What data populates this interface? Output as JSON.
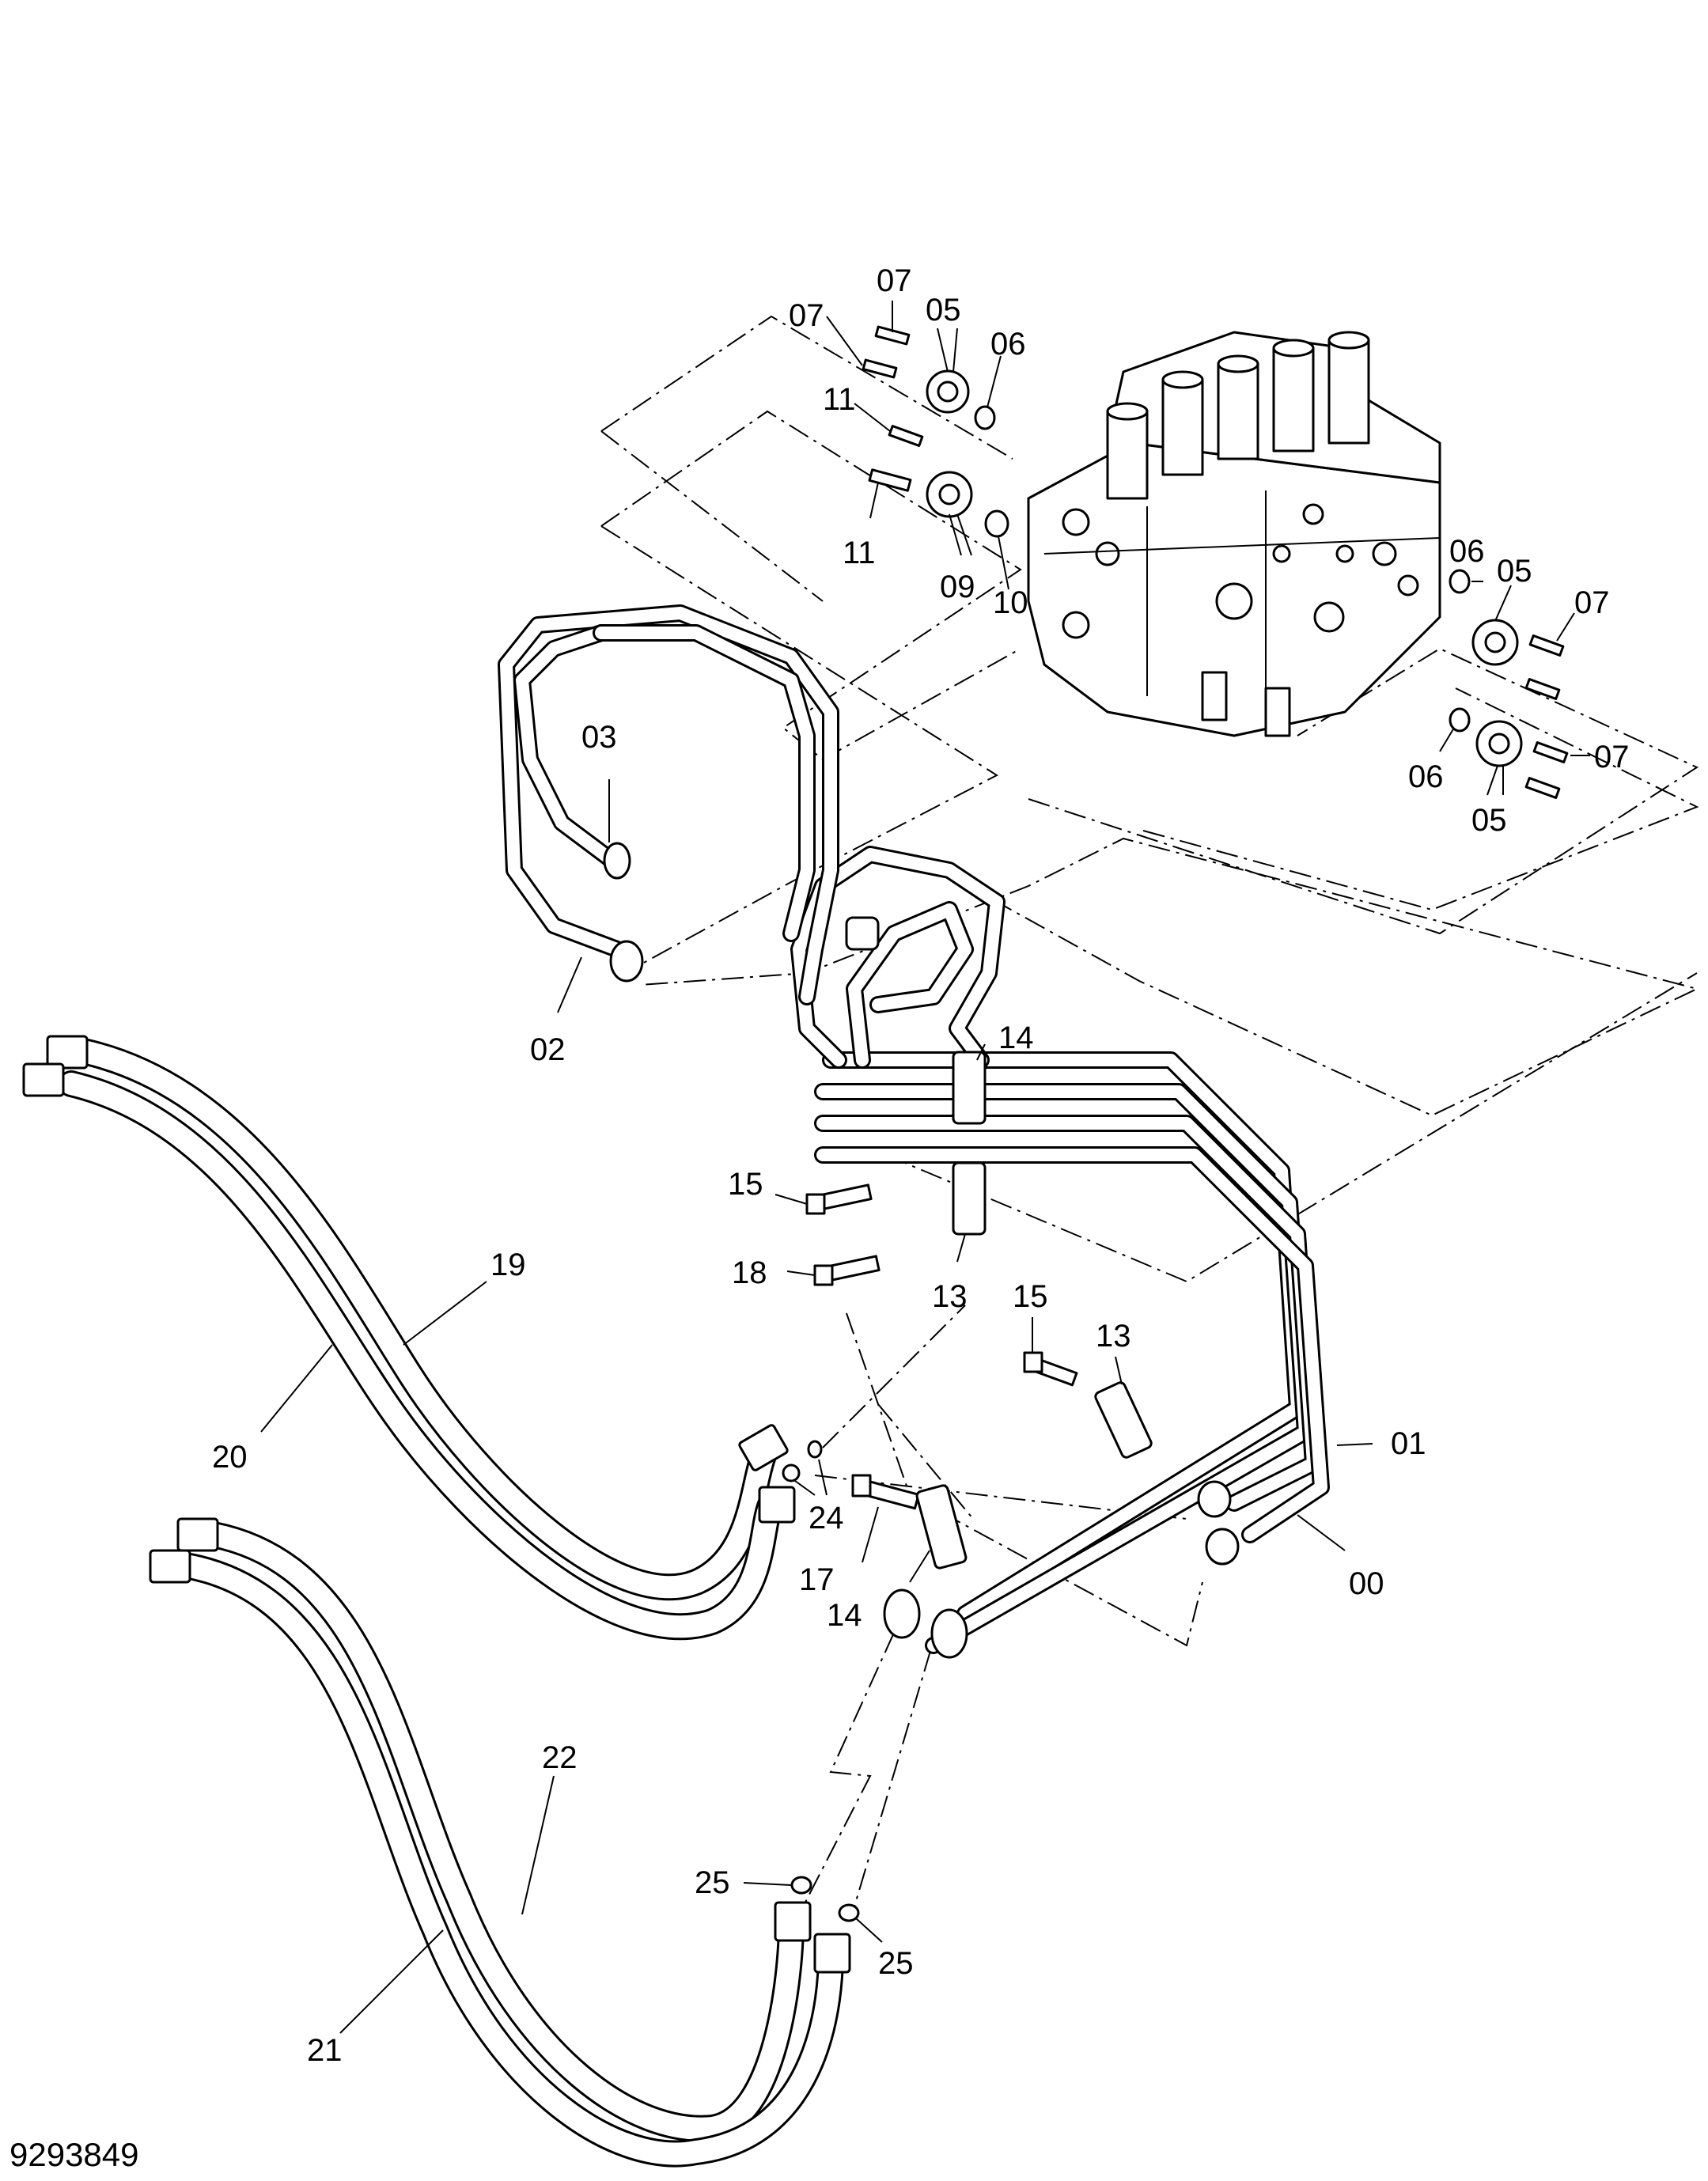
{
  "document_id": "9293849",
  "callouts": {
    "c00": "00",
    "c01": "01",
    "c02": "02",
    "c03": "03",
    "c05a": "05",
    "c05b": "05",
    "c05c": "05",
    "c06a": "06",
    "c06b": "06",
    "c06c": "06",
    "c07a": "07",
    "c07b": "07",
    "c07c": "07",
    "c07d": "07",
    "c09": "09",
    "c10": "10",
    "c11a": "11",
    "c11b": "11",
    "c13a": "13",
    "c13b": "13",
    "c14a": "14",
    "c14b": "14",
    "c15a": "15",
    "c15b": "15",
    "c17": "17",
    "c18": "18",
    "c19": "19",
    "c20": "20",
    "c21": "21",
    "c22": "22",
    "c24": "24",
    "c25a": "25",
    "c25b": "25"
  }
}
